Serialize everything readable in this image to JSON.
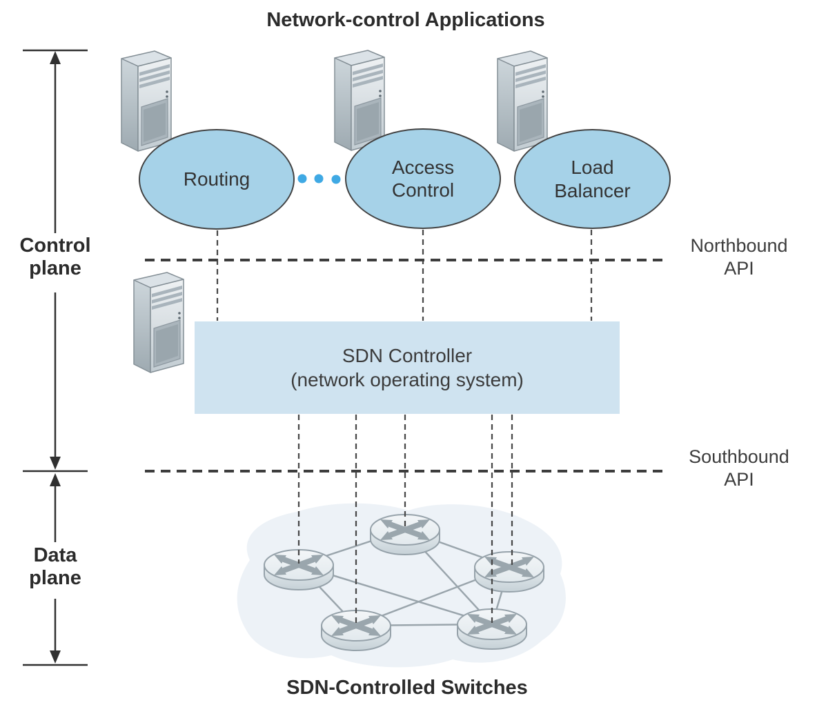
{
  "title": "Network-control Applications",
  "applications": [
    {
      "label": "Routing"
    },
    {
      "label": "Access\nControl"
    },
    {
      "label": "Load\nBalancer"
    }
  ],
  "controller": {
    "label": "SDN Controller\n(network operating system)"
  },
  "labels": {
    "northbound_api": "Northbound\nAPI",
    "southbound_api": "Southbound\nAPI",
    "control_plane": "Control\nplane",
    "data_plane": "Data\nplane",
    "switches_caption": "SDN-Controlled Switches"
  },
  "colors": {
    "app_ellipse_fill": "#a6d2e8",
    "controller_box_fill": "#cfe3f0",
    "dots_blue": "#3fa9e4",
    "cloud_fill": "#edf2f7"
  }
}
